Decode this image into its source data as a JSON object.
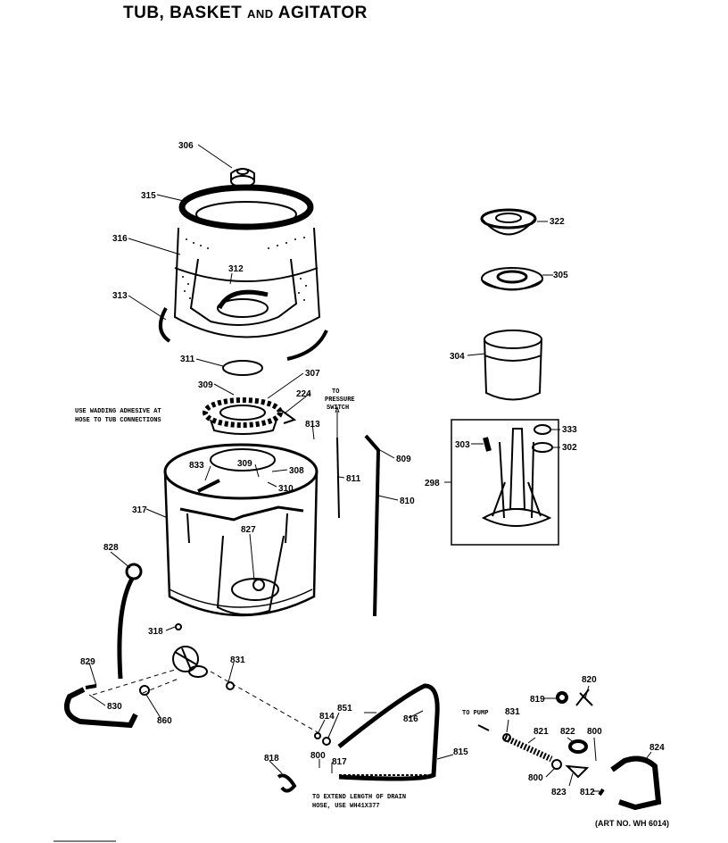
{
  "title": {
    "main": "TUB, BASKET",
    "and": "AND",
    "tail": "AGITATOR"
  },
  "art_number": "(ART NO. WH 6014)",
  "notes": {
    "adhesive": [
      "USE WADDING ADHESIVE AT",
      "HOSE TO TUB CONNECTIONS"
    ],
    "pressure_switch": [
      "TO",
      "PRESSURE",
      "SWITCH"
    ],
    "to_pump": "TO PUMP",
    "drain_hose": [
      "TO EXTEND LENGTH OF DRAIN",
      "HOSE, USE WH41X377"
    ]
  },
  "callouts": {
    "c306": "306",
    "c315a": "315",
    "c316": "316",
    "c312": "312",
    "c313": "313",
    "c311": "311",
    "c309a": "309",
    "c307": "307",
    "c224": "224",
    "c813": "813",
    "c333": "833",
    "c309b": "309",
    "c308": "308",
    "c310": "310",
    "c317": "317",
    "c827": "827",
    "c811": "811",
    "c809": "809",
    "c810": "810",
    "c828": "828",
    "c318": "318",
    "c829": "829",
    "c830a": "830",
    "c860": "860",
    "c831a": "831",
    "c814": "814",
    "c851": "851",
    "c816": "816",
    "c815": "815",
    "c818": "818",
    "c800a": "800",
    "c817": "817",
    "c322": "322",
    "c305": "305",
    "c304": "304",
    "c303": "303",
    "c333b": "333",
    "c302": "302",
    "c298": "298",
    "c819": "819",
    "c820": "820",
    "c831b": "831",
    "c821": "821",
    "c822": "822",
    "c800b": "800",
    "c824": "824",
    "c800c": "800",
    "c823": "823",
    "c812": "812"
  }
}
